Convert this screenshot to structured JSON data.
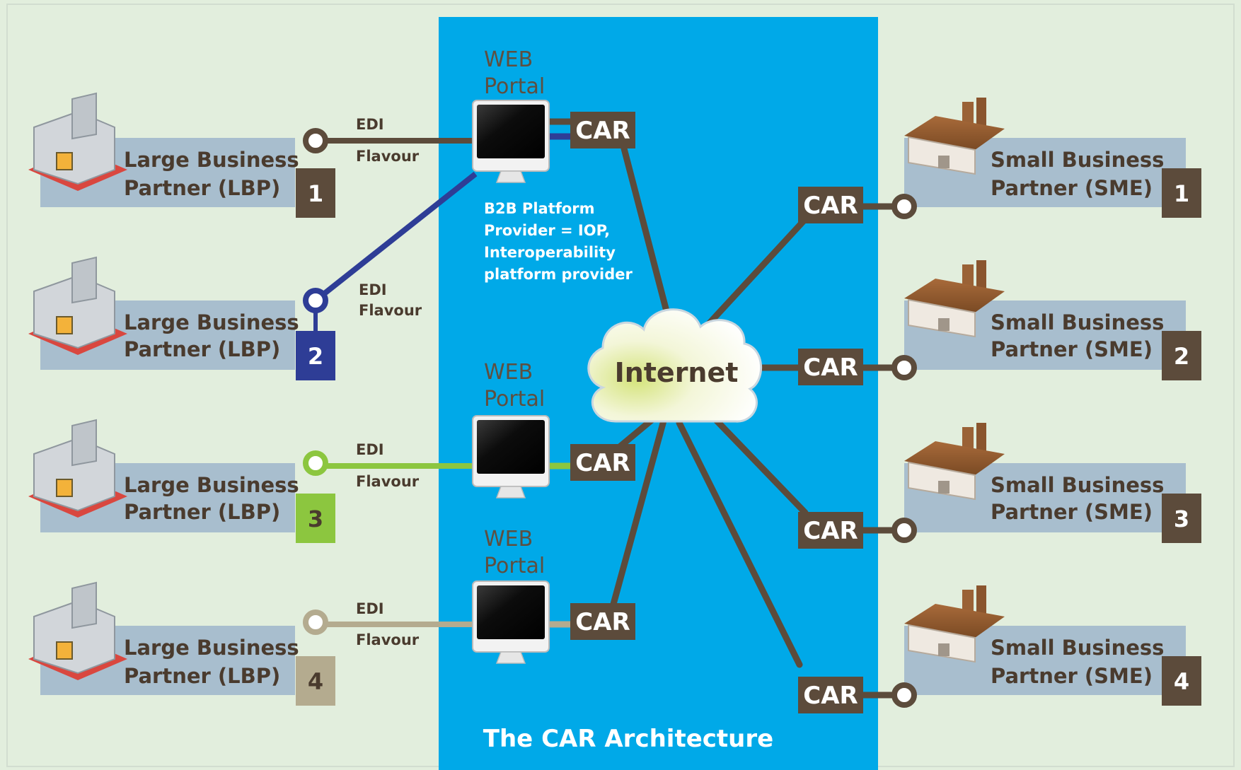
{
  "colors": {
    "page_bg": "#e2eedd",
    "panel_bg": "#00a9e8",
    "partner_box": "#a8bece",
    "brown": "#5c4b3b",
    "navy": "#2e3d96",
    "green": "#8cc63f",
    "khaki": "#b4ab8f",
    "white": "#ffffff"
  },
  "panel": {
    "title": "The CAR Architecture"
  },
  "cloud": {
    "label": "Internet"
  },
  "portal_label": {
    "line1": "WEB",
    "line2": "Portal"
  },
  "car_label": "CAR",
  "edi": {
    "line1": "EDI",
    "line2": "Flavour"
  },
  "platform_note": [
    "B2B Platform",
    "Provider = IOP,",
    "Interoperability",
    "platform provider"
  ],
  "lbp": {
    "line1": "Large Business",
    "line2": "Partner (LBP)",
    "items": [
      {
        "number": "1",
        "color_key": "brown"
      },
      {
        "number": "2",
        "color_key": "navy"
      },
      {
        "number": "3",
        "color_key": "green"
      },
      {
        "number": "4",
        "color_key": "khaki"
      }
    ]
  },
  "sme": {
    "line1": "Small Business",
    "line2": "Partner (SME)",
    "items": [
      {
        "number": "1"
      },
      {
        "number": "2"
      },
      {
        "number": "3"
      },
      {
        "number": "4"
      }
    ]
  },
  "icons": {
    "large_partner": "factory-building-icon",
    "small_partner": "small-factory-icon",
    "portal": "computer-monitor-icon",
    "network": "cloud-icon",
    "connector": "ring-connector-icon"
  }
}
